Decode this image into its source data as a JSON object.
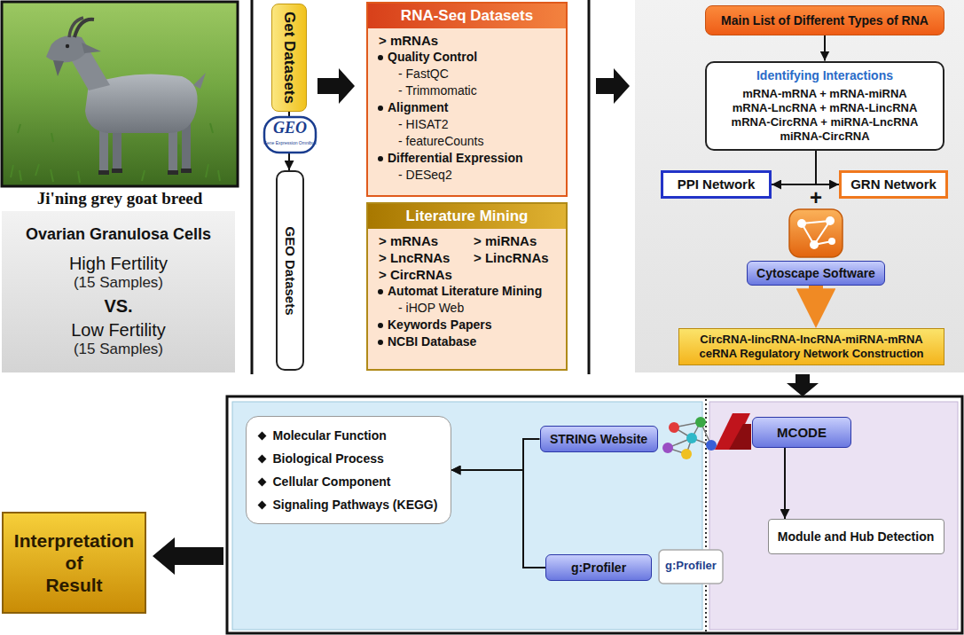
{
  "diagram": {
    "nodes": [
      {
        "text": [
          "Ovarian Granulosa Cells",
          "High Fertility",
          "(15 Samples)",
          "VS.",
          "Low Fertility",
          "(15 Samples)"
        ]
      },
      {
        "text": [
          "Get Datasets"
        ]
      },
      {
        "text": [
          "GEO Datasets"
        ]
      },
      {
        "text": [
          "RNA-Seq Datasets",
          "> mRNAs",
          "Quality Control",
          "- FastQC",
          "- Trimmomatic",
          "Alignment",
          "- HISAT2",
          "- featureCounts",
          "Differential Expression",
          "- DESeq2"
        ]
      },
      {
        "text": [
          "Literature Mining",
          "> mRNAs",
          "> miRNAs",
          "> LncRNAs",
          "> LincRNAs",
          "> CircRNAs",
          "Automat Literature Mining",
          "- iHOP Web",
          "Keywords Papers",
          "NCBI Database"
        ]
      },
      {
        "text": [
          "Main List of Different Types of RNA"
        ]
      },
      {
        "text": [
          "Identifying Interactions",
          "mRNA-mRNA + mRNA-miRNA",
          "mRNA-LncRNA + mRNA-LincRNA",
          "mRNA-CircRNA + miRNA-LncRNA",
          "miRNA-CircRNA"
        ]
      },
      {
        "text": [
          "PPI Network"
        ]
      },
      {
        "text": [
          "GRN Network"
        ]
      },
      {
        "text": [
          "Cytoscape Software"
        ]
      },
      {
        "text": [
          "CircRNA-lincRNA-lncRNA-miRNA-mRNA ceRNA Regulatory Network Construction"
        ]
      },
      {
        "text": [
          "Molecular Function",
          "Biological Process",
          "Cellular Component",
          "Signaling Pathways (KEGG)"
        ]
      },
      {
        "text": [
          "STRING Website"
        ]
      },
      {
        "text": [
          "g:Profiler"
        ]
      },
      {
        "text": [
          "MCODE"
        ]
      },
      {
        "text": [
          "Module and Hub Detection"
        ]
      },
      {
        "text": [
          "Interpretation of Result"
        ]
      }
    ],
    "edges": [
      {
        "from": 1,
        "to": 2,
        "arrow": "to"
      },
      {
        "from": 5,
        "to": 6,
        "arrow": "to"
      },
      {
        "from": 6,
        "to": 7,
        "arrow": "to"
      },
      {
        "from": 6,
        "to": 8,
        "arrow": "to"
      },
      {
        "from": 9,
        "to": 10,
        "arrow": "to"
      },
      {
        "from": 12,
        "to": 11,
        "arrow": "to"
      },
      {
        "from": 13,
        "to": 11,
        "arrow": "to"
      },
      {
        "from": 14,
        "to": 15,
        "arrow": "to"
      }
    ],
    "labels": [
      "Ji'ning grey goat breed",
      "GEO",
      "Gene Expression Omnibus",
      "+",
      "g:Profiler"
    ]
  }
}
